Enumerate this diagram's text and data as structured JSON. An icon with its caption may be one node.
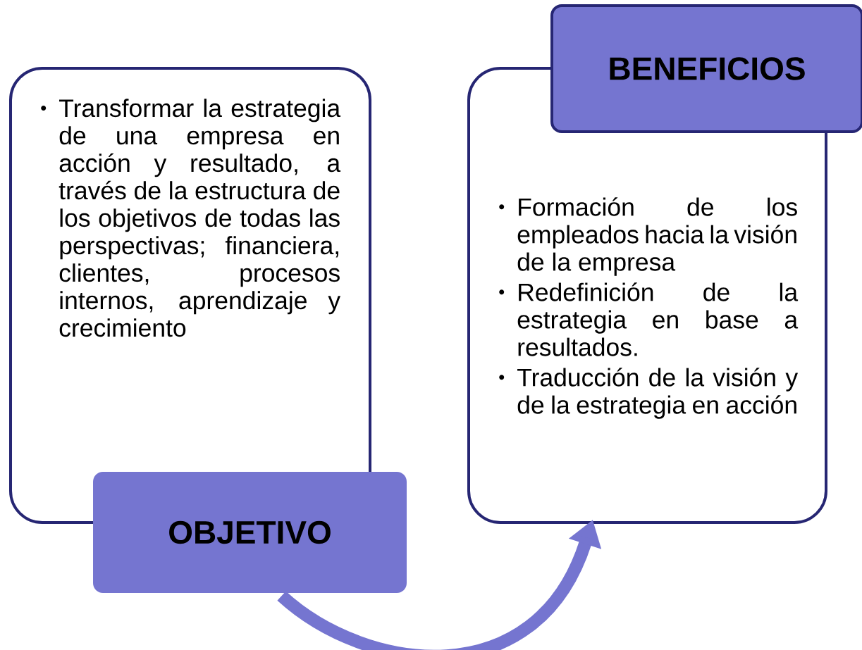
{
  "diagram": {
    "nodes": [
      {
        "text": [
          "Transformar la estrategia de una empresa en acción y resultado, a través de la estructura de los objetivos de todas las perspectivas; financiera, clientes, procesos internos, aprendizaje y crecimiento"
        ]
      },
      {
        "text": [
          "OBJETIVO"
        ]
      },
      {
        "text": [
          "Formación de los empleados hacia la visión de la empresa",
          "Redefinición de la estrategia en base a resultados.",
          "Traducción de la visión y de la estrategia en acción"
        ]
      },
      {
        "text": [
          "BENEFICIOS"
        ]
      }
    ],
    "edges": [
      {
        "from": 1,
        "to": 2,
        "arrow": "to"
      }
    ]
  }
}
